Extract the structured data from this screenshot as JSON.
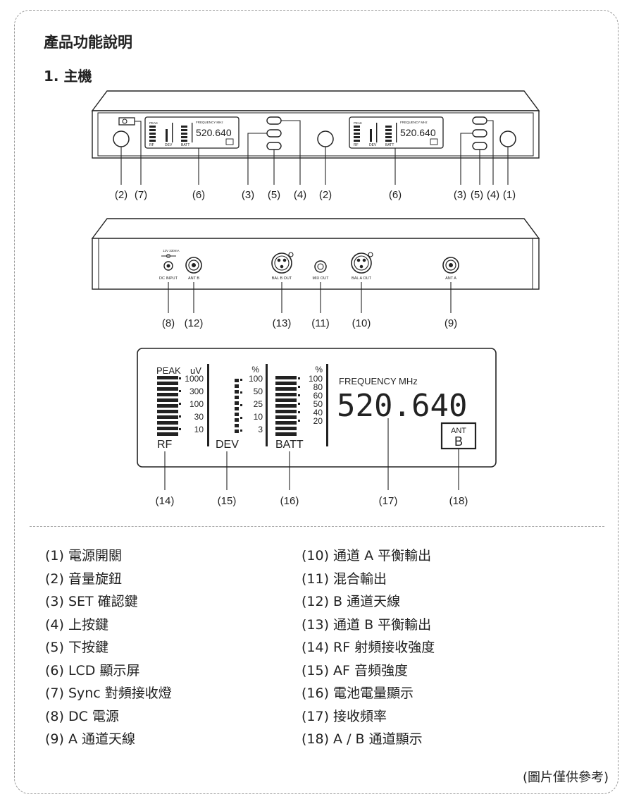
{
  "page": {
    "title": "產品功能說明",
    "subtitle": "1. 主機",
    "note": "(圖片僅供參考)"
  },
  "front_panel": {
    "callouts": [
      "(2)",
      "(7)",
      "(6)",
      "(3)",
      "(5)",
      "(4)",
      "(2)",
      "(6)",
      "(3)",
      "(5)",
      "(4)",
      "(1)"
    ],
    "lcd_left": {
      "peak": "PEAK",
      "freq_label": "FREQUENCY MHz",
      "freq": "520.640",
      "rf": "RF",
      "dev": "DEV",
      "batt": "BATT"
    },
    "lcd_right": {
      "peak": "PEAK",
      "freq_label": "FREQUENCY MHz",
      "freq": "520.640",
      "rf": "RF",
      "dev": "DEV",
      "batt": "BATT"
    }
  },
  "rear_panel": {
    "labels": {
      "dc_spec": "12V 330mA",
      "dc_input": "DC INPUT",
      "ant_b": "ANT B",
      "bal_b_out": "BAL B OUT",
      "mix_out": "MIX OUT",
      "bal_a_out": "BAL A OUT",
      "ant_a": "ANT A"
    },
    "callouts": [
      "(8)",
      "(12)",
      "(13)",
      "(11)",
      "(10)",
      "(9)"
    ]
  },
  "lcd_detail": {
    "peak": "PEAK",
    "uv": "uV",
    "rf_scale": [
      "1000",
      "300",
      "100",
      "30",
      "10"
    ],
    "pct": "%",
    "dev_scale": [
      "100",
      "50",
      "25",
      "10",
      "3"
    ],
    "batt_scale": [
      "100",
      "80",
      "60",
      "50",
      "40",
      "20"
    ],
    "freq_label": "FREQUENCY MHz",
    "freq": "520.640",
    "ant_label": "ANT",
    "ant_value": "B",
    "rf": "RF",
    "dev": "DEV",
    "batt": "BATT",
    "callouts": [
      "(14)",
      "(15)",
      "(16)",
      "(17)",
      "(18)"
    ]
  },
  "legend": {
    "left": [
      "(1) 電源開關",
      "(2) 音量旋鈕",
      "(3) SET 確認鍵",
      "(4) 上按鍵",
      "(5) 下按鍵",
      "(6) LCD 顯示屏",
      "(7) Sync 對頻接收燈",
      "(8) DC 電源",
      "(9) A 通道天線"
    ],
    "right": [
      "(10) 通道 A 平衡輸出",
      "(11) 混合輸出",
      "(12) B 通道天線",
      "(13) 通道 B 平衡輸出",
      "(14) RF 射頻接收強度",
      "(15) AF 音頻強度",
      "(16) 電池電量顯示",
      "(17) 接收頻率",
      "(18) A / B 通道顯示"
    ]
  }
}
